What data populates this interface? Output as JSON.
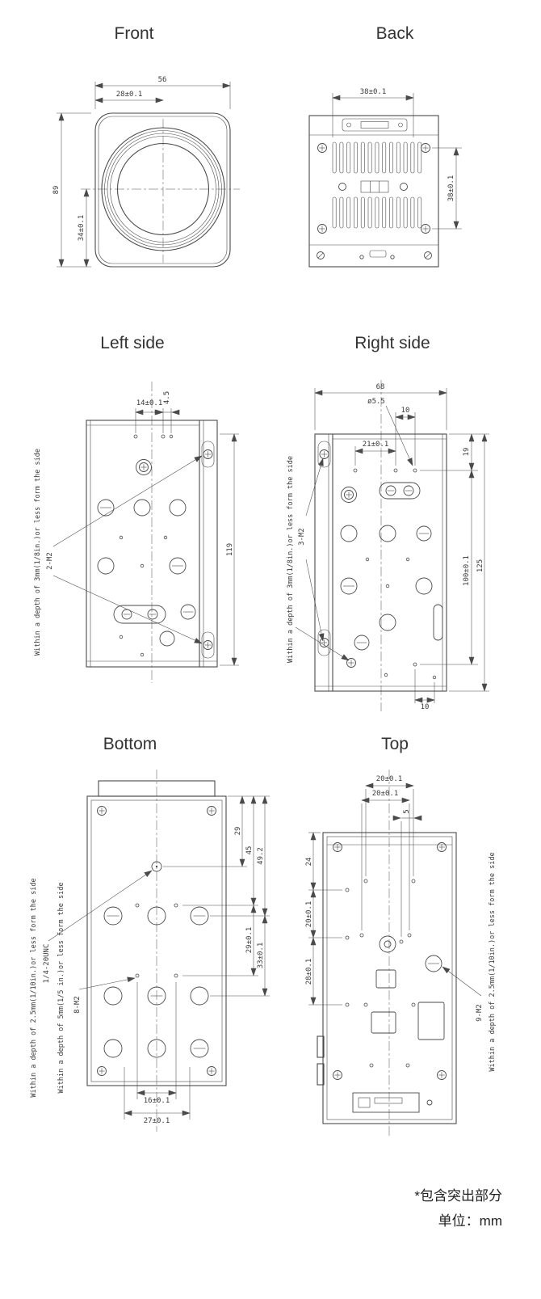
{
  "footer": {
    "note": "*包含突出部分",
    "unit": "单位：mm"
  },
  "views": {
    "front": {
      "title": "Front",
      "dims": {
        "overall_width": "56",
        "lens_center_x": "28±0.1",
        "overall_height": "89",
        "lens_center_y": "34±0.1"
      }
    },
    "back": {
      "title": "Back",
      "dims": {
        "hole_spacing_h": "38±0.1",
        "hole_spacing_v": "38±0.1"
      }
    },
    "left": {
      "title": "Left side",
      "dims": {
        "hole_offset": "14±0.1",
        "edge_offset": "4.5",
        "height": "119"
      },
      "labels": {
        "thread": "2-M2",
        "depth_note": "Within a depth of 3mm(1/8in.)or less form the side"
      }
    },
    "right": {
      "title": "Right side",
      "dims": {
        "overall_depth": "68",
        "hole_dia": "ø5.5",
        "offset_top": "10",
        "hole_spacing": "21±0.1",
        "edge_to_hole": "19",
        "overall_height": "125",
        "hole_span": "100±0.1",
        "offset_bottom": "10"
      },
      "labels": {
        "thread": "3-M2",
        "depth_note": "Within a depth of 3mm(1/8in.)or less form the side"
      }
    },
    "bottom": {
      "title": "Bottom",
      "dims": {
        "tripod_offset": "29",
        "row_offset": "45",
        "row2_offset": "49.2",
        "span_a": "29±0.1",
        "span_b": "33±0.1",
        "hole_pitch": "16±0.1",
        "hole_span": "27±0.1"
      },
      "labels": {
        "tripod_thread": "1/4-20UNC",
        "thread": "8-M2",
        "depth_note_m2": "Within a depth of 2.5mm(1/10in.)or less form the side",
        "depth_note_unc": "Within a depth of 5mm(1/5 in.)or less form the side"
      }
    },
    "top": {
      "title": "Top",
      "dims": {
        "span_a": "20±0.1",
        "span_b": "20±0.1",
        "offset_5": "5",
        "edge_offset": "24",
        "pitch": "20±0.1",
        "span_c": "28±0.1"
      },
      "labels": {
        "thread": "9-M2",
        "depth_note": "Within a depth of 2.5mm(1/10in.)or less form the side"
      }
    }
  }
}
